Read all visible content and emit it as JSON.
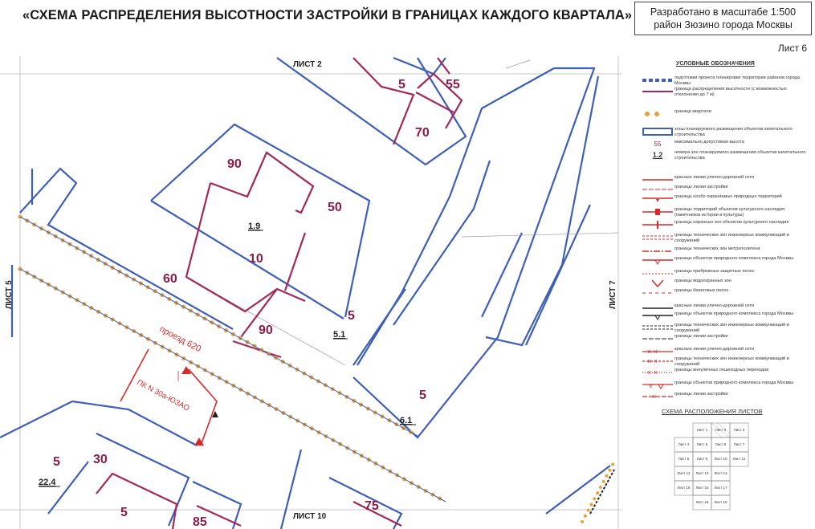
{
  "title": "«СХЕМА РАСПРЕДЕЛЕНИЯ ВЫСОТНОСТИ ЗАСТРОЙКИ В ГРАНИЦАХ КАЖДОГО КВАРТАЛА»",
  "stamp": {
    "line1": "Разработано в масштабе 1:500",
    "line2": "район Зюзино города Москвы"
  },
  "sheet": "Лист 6",
  "colors": {
    "quarter_line": "#3e5fb8",
    "height_zone": "#a3285a",
    "height_text": "#8a1c49",
    "kvartal_dot": "#e8a23a",
    "red_line": "#d62a2a"
  },
  "map": {
    "adjacent_sheets": {
      "top": "ЛИСТ 2",
      "bottom": "ЛИСТ 10",
      "left": "ЛИСТ 5",
      "right": "ЛИСТ 7"
    },
    "heights": {
      "h55": "55",
      "h5a": "5",
      "h70": "70",
      "h90a": "90",
      "h50": "50",
      "h10": "10",
      "h60": "60",
      "h90b": "90",
      "h5b": "5",
      "h5c": "5",
      "h5d": "5",
      "h30": "30",
      "h5e": "5",
      "h75": "75",
      "h85": "85"
    },
    "zones": {
      "z19": "1.9",
      "z51": "5.1",
      "z61": "6.1",
      "z224": "22.4"
    },
    "street_name": "проезд 620",
    "pk_label": "ПК N 30а-ЮЗАО"
  },
  "legend": {
    "title": "УСЛОВНЫЕ ОБОЗНАЧЕНИЯ",
    "items": [
      "подготовки проекта планировки территории районов города Москвы",
      "граница распределения высотности (с возможностью отклонения до 7 м)",
      "граница квартала",
      "зоны планируемого размещения объектов капитального строительства",
      "максимально допустимая высота",
      "номера зон планируемого размещения объектов капитального строительства",
      "красные линии улично-дорожной сети",
      "границы линии застройки",
      "границы особо охраняемых природных территорий",
      "границы территорий объектов культурного наследия (памятников истории и культуры)",
      "границы охранных зон объектов культурного наследия",
      "границы технических зон инженерных коммуникаций и сооружений",
      "границы технических зон метрополитена",
      "границы объектов природного комплекса города Москвы",
      "границы прибрежных защитных полос",
      "границы водоохранных зон",
      "границы береговых полос",
      "красные линии улично-дорожной сети",
      "границы объектов природного комплекса города Москвы",
      "границы технических зон инженерных коммуникаций и сооружений",
      "границы линии застройки",
      "красные линии улично-дорожной сети",
      "границы технических зон инженерных коммуникаций и сооружений",
      "границы внеуличных пешеходных переходов",
      "границы объектов природного комплекса города Москвы",
      "границы линии застройки"
    ],
    "sample_height": "55",
    "sample_zone": "1.2",
    "sheets_title": "СХЕМА РАСПОЛОЖЕНИЯ ЛИСТОВ",
    "sheets": [
      "Лист 1",
      "Лист 2",
      "Лист 3",
      "Лист 4",
      "Лист 6",
      "Лист 6",
      "Лист 7",
      "Лист 8",
      "Лист 9",
      "Лист 10",
      "Лист 11",
      "Лист 12",
      "Лист 13",
      "Лист 14",
      "Лист 16",
      "Лист 16",
      "Лист 17",
      "Лист 18",
      "Лист 19"
    ]
  }
}
